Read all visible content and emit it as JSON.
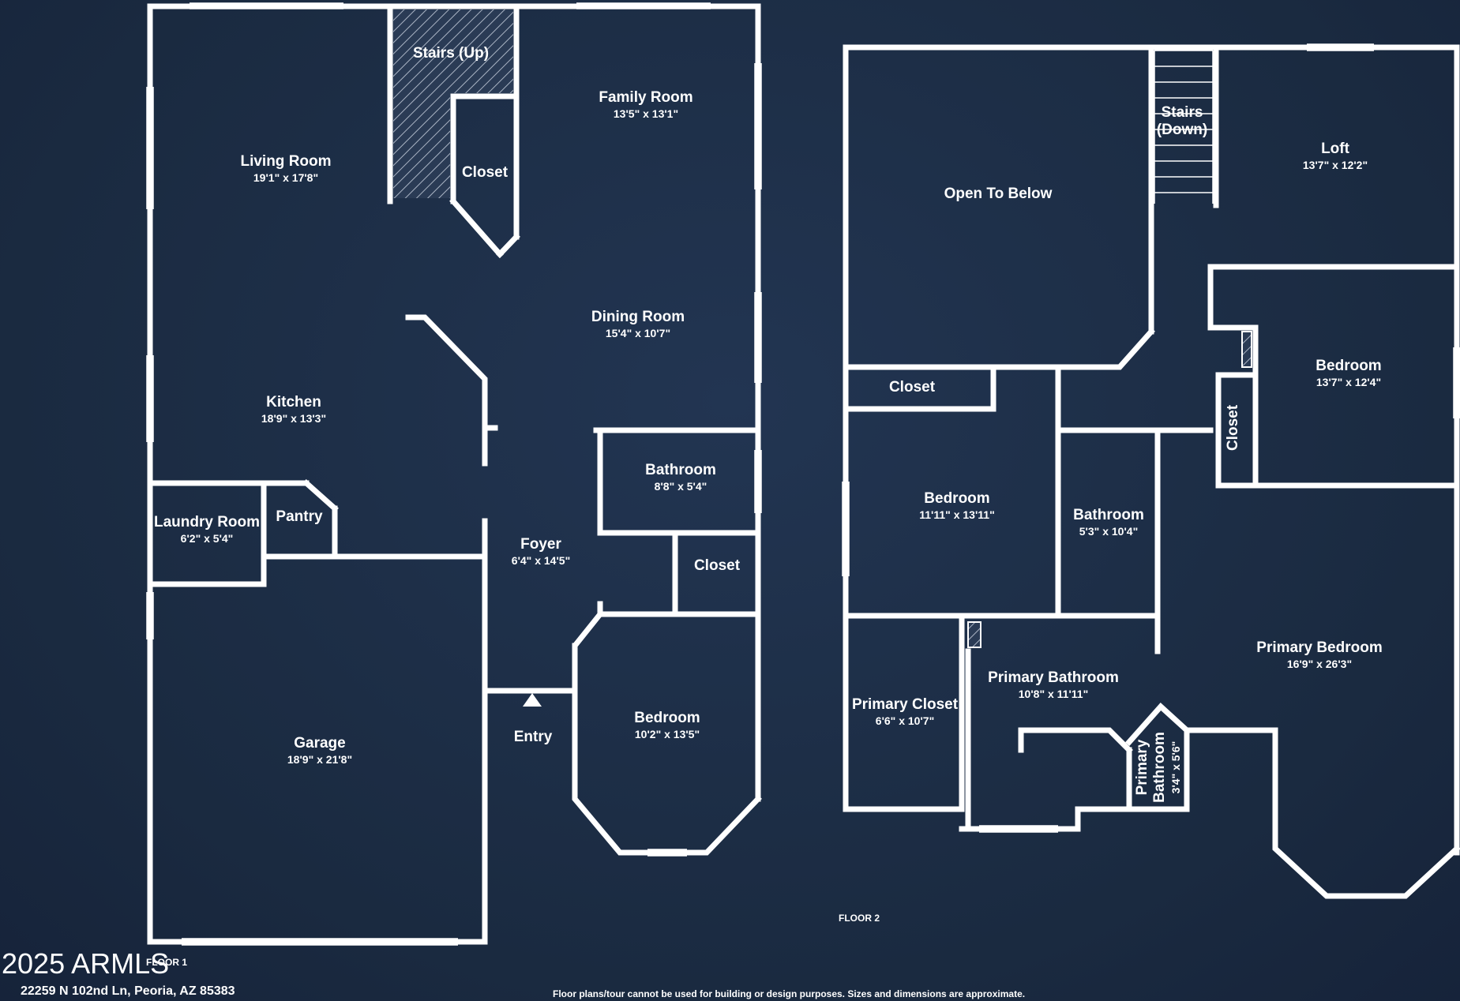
{
  "rooms": [
    {
      "id": "stairs-up",
      "name": "Stairs (Up)",
      "dims": ""
    },
    {
      "id": "family-room",
      "name": "Family Room",
      "dims": "13'5\" x 13'1\""
    },
    {
      "id": "living-room",
      "name": "Living Room",
      "dims": "19'1\" x 17'8\""
    },
    {
      "id": "closet-1",
      "name": "Closet",
      "dims": ""
    },
    {
      "id": "dining-room",
      "name": "Dining Room",
      "dims": "15'4\" x 10'7\""
    },
    {
      "id": "kitchen",
      "name": "Kitchen",
      "dims": "18'9\" x 13'3\""
    },
    {
      "id": "bathroom-1",
      "name": "Bathroom",
      "dims": "8'8\" x 5'4\""
    },
    {
      "id": "laundry-room",
      "name": "Laundry Room",
      "dims": "6'2\" x 5'4\""
    },
    {
      "id": "pantry",
      "name": "Pantry",
      "dims": ""
    },
    {
      "id": "foyer",
      "name": "Foyer",
      "dims": "6'4\" x 14'5\""
    },
    {
      "id": "closet-2",
      "name": "Closet",
      "dims": ""
    },
    {
      "id": "garage",
      "name": "Garage",
      "dims": "18'9\" x 21'8\""
    },
    {
      "id": "bedroom-1",
      "name": "Bedroom",
      "dims": "10'2\" x 13'5\""
    },
    {
      "id": "open-to-below",
      "name": "Open To Below",
      "dims": ""
    },
    {
      "id": "stairs-down",
      "name": "Stairs\n(Down)",
      "dims": ""
    },
    {
      "id": "loft",
      "name": "Loft",
      "dims": "13'7\" x 12'2\""
    },
    {
      "id": "bedroom-2",
      "name": "Bedroom",
      "dims": "13'7\" x 12'4\""
    },
    {
      "id": "closet-3",
      "name": "Closet",
      "dims": ""
    },
    {
      "id": "closet-4",
      "name": "Closet",
      "dims": ""
    },
    {
      "id": "bedroom-3",
      "name": "Bedroom",
      "dims": "11'11\" x 13'11\""
    },
    {
      "id": "bathroom-2",
      "name": "Bathroom",
      "dims": "5'3\" x 10'4\""
    },
    {
      "id": "primary-bedroom",
      "name": "Primary Bedroom",
      "dims": "16'9\" x 26'3\""
    },
    {
      "id": "primary-closet",
      "name": "Primary Closet",
      "dims": "6'6\" x 10'7\""
    },
    {
      "id": "primary-bathroom",
      "name": "Primary Bathroom",
      "dims": "10'8\" x 11'11\""
    },
    {
      "id": "primary-bathroom-2",
      "name": "Primary\nBathroom",
      "dims": "3'4\" x 5'6\""
    }
  ],
  "entry_label": "Entry",
  "floor1_label": "FLOOR 1",
  "floor2_label": "FLOOR 2",
  "address": "22259 N 102nd Ln, Peoria, AZ 85383",
  "disclaimer": "Floor plans/tour cannot be used for building or design purposes. Sizes and dimensions are approximate.",
  "watermark": "2025 ARMLS",
  "colors": {
    "background": "#1b2a40",
    "wall": "#ffffff"
  }
}
